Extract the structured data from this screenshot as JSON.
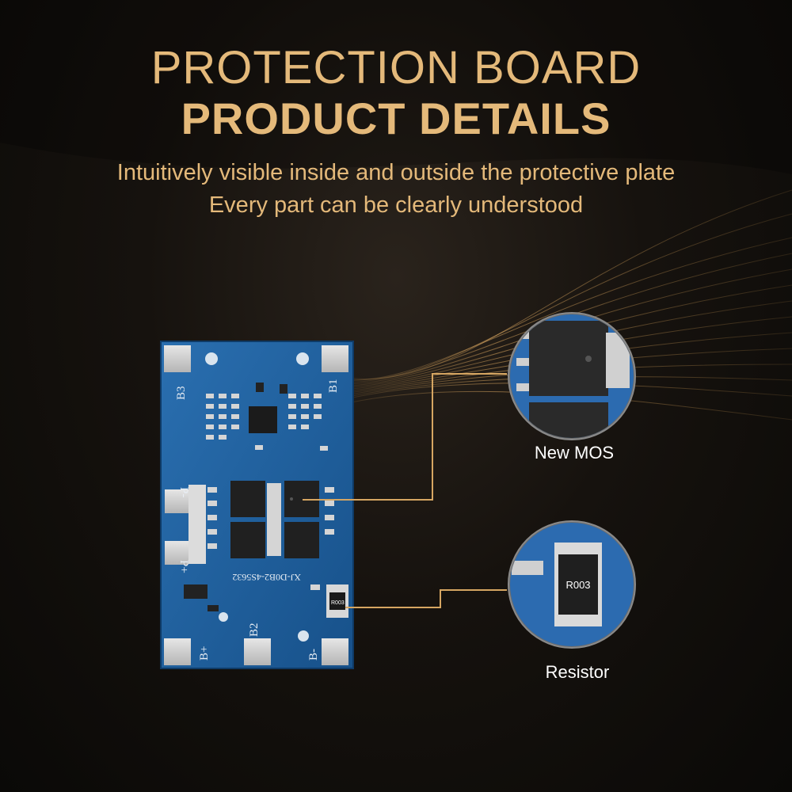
{
  "header": {
    "title_line1": "PROTECTION BOARD",
    "title_line2": "PRODUCT DETAILS",
    "subtitle_line1": "Intuitively visible inside and outside the protective plate",
    "subtitle_line2": "Every part can be clearly understood"
  },
  "callouts": {
    "mos_label": "New MOS",
    "resistor_label": "Resistor",
    "resistor_code": "R003"
  },
  "board": {
    "pad_labels": [
      "B3",
      "B1",
      "B2",
      "B+",
      "B-",
      "P-",
      "P+"
    ],
    "silkscreen": "XJ-D0B2-4S5632",
    "resistor_marking": "R003"
  },
  "colors": {
    "accent": "#e4b97a",
    "board_blue": "#1d5f9e",
    "background": "#14110d"
  }
}
